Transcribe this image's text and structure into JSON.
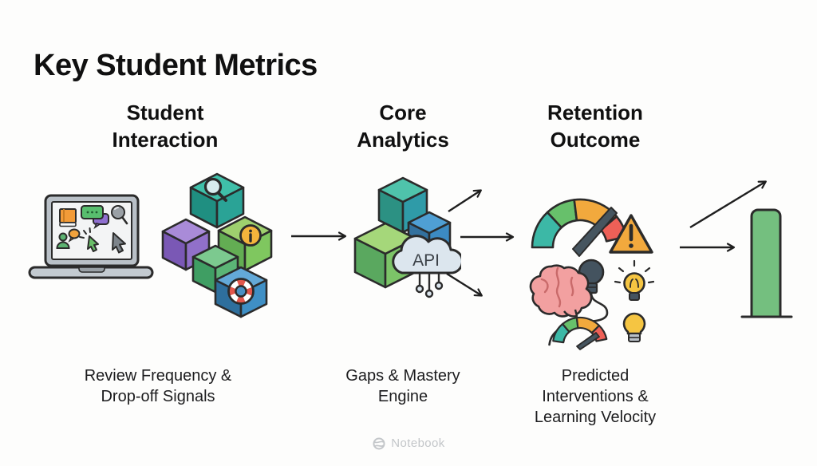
{
  "title": "Key Student Metrics",
  "columns": [
    {
      "header_line1": "Student",
      "header_line2": "Interaction",
      "caption_line1": "Review Frequency &",
      "caption_line2": "Drop-off Signals"
    },
    {
      "header_line1": "Core",
      "header_line2": "Analytics",
      "caption_line1": "Gaps & Mastery",
      "caption_line2": "Engine"
    },
    {
      "header_line1": "Retention",
      "header_line2": "Outcome",
      "caption_line1": "Predicted",
      "caption_line2": "Interventions &",
      "caption_line3": "Learning Velocity"
    }
  ],
  "api_cloud_label": "API",
  "footer": {
    "brand": "Notebook"
  },
  "colors": {
    "teal": "#2fa996",
    "green": "#74bf7f",
    "light_green": "#9ed06e",
    "purple": "#8d6cc9",
    "blue": "#3f8ec0",
    "orange": "#f2a93d",
    "red": "#ee6057",
    "dark_slate": "#44535f",
    "yellow": "#f5c542",
    "pink": "#f2a0a0",
    "outline": "#2b2b2b",
    "arrow": "#1f1f1f",
    "footer_gray": "#c3c6c9"
  },
  "icons": {
    "student_interaction": [
      "laptop-icon",
      "book-icon",
      "chat-bubbles-icon",
      "magnifier-icon",
      "person-chat-icon",
      "click-cursor-icon",
      "arrow-cursor-icon",
      "magnifier-cube-icon",
      "purple-cube-icon",
      "info-cube-icon",
      "green-cube-icon",
      "lifebuoy-cube-icon"
    ],
    "core_analytics": [
      "teal-cube-icon",
      "blue-cube-icon",
      "green-cube-icon",
      "api-cloud-icon",
      "circuit-pins-icon"
    ],
    "retention_outcome": [
      "gauge-icon",
      "warning-triangle-icon",
      "brain-icon",
      "dark-bulb-icon",
      "shining-bulb-icon",
      "bulb-icon",
      "small-gauge-icon"
    ],
    "growth": [
      "bar-icon",
      "up-right-arrow-icon",
      "right-arrow-icon"
    ],
    "footer": [
      "notebook-logo-icon"
    ]
  }
}
